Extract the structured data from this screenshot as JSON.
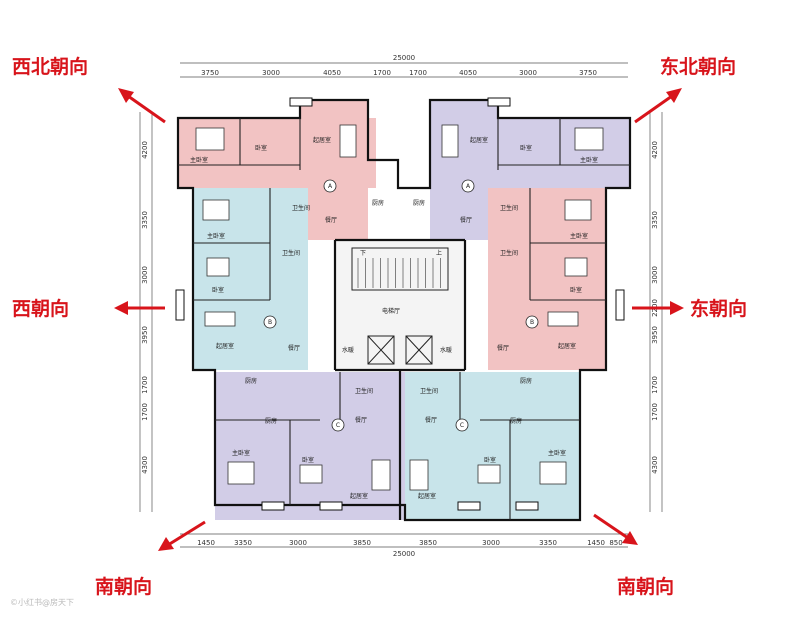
{
  "orientation_labels": {
    "nw": "西北朝向",
    "ne": "东北朝向",
    "w": "西朝向",
    "e": "东朝向",
    "sw": "南朝向",
    "se": "南朝向"
  },
  "total_width": "25000",
  "top_dims": [
    "3750",
    "3000",
    "4050",
    "1700",
    "1700",
    "4050",
    "3000",
    "3750"
  ],
  "bottom_dims": [
    "1450",
    "3350",
    "3000",
    "3850",
    "3850",
    "3000",
    "3350",
    "1450",
    "850"
  ],
  "left_dims": [
    "4200",
    "3350",
    "3000",
    "3950",
    "1700",
    "1700",
    "4300"
  ],
  "right_dims": [
    "4200",
    "3350",
    "3000",
    "2200",
    "3950",
    "1700",
    "1700",
    "4300"
  ],
  "unit_labels": {
    "A1": "A",
    "A2": "A",
    "B1": "B",
    "B2": "B",
    "C1": "C",
    "C2": "C"
  },
  "rooms": {
    "master_bedroom": "主卧室",
    "bedroom": "卧室",
    "living_room": "起居室",
    "kitchen": "厨房",
    "dining": "餐厅",
    "bathroom": "卫生间",
    "elevator_hall": "电梯厅",
    "water_shaft": "水暖",
    "electric_shaft": "电梯",
    "down": "下",
    "up": "上"
  },
  "watermark": "©小红书@房天下"
}
